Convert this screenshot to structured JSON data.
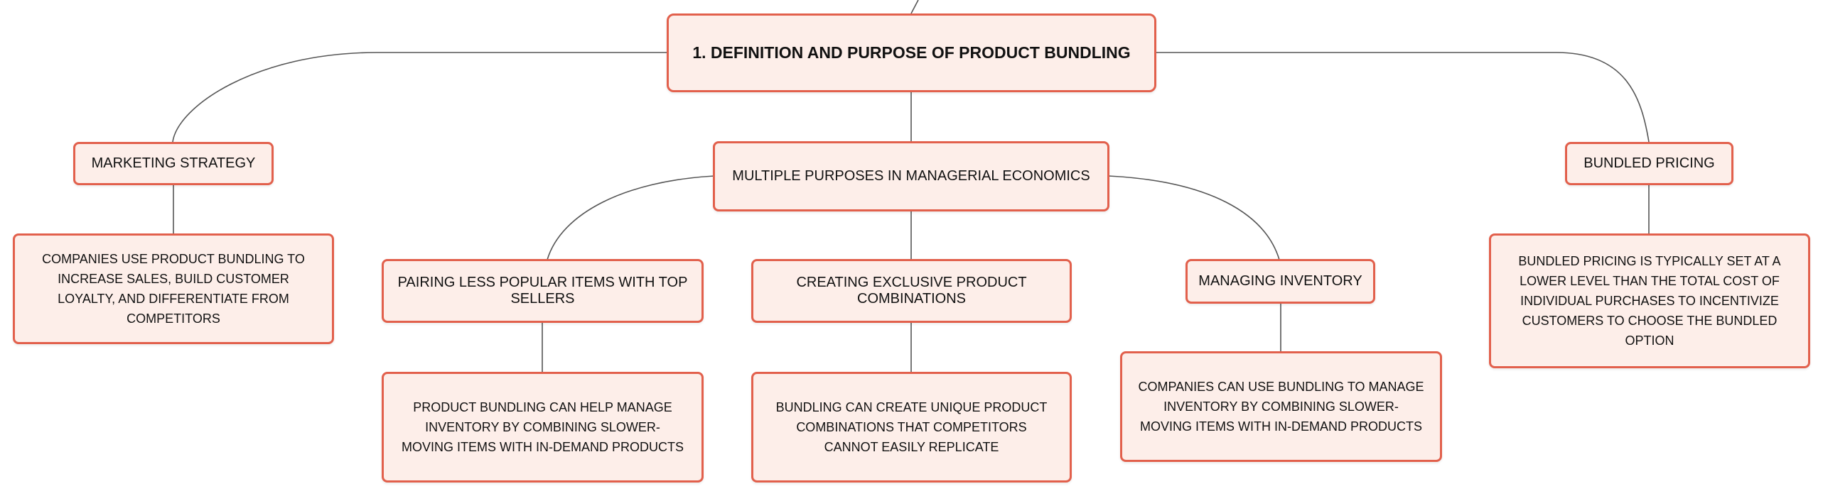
{
  "root": {
    "label": "1. DEFINITION AND PURPOSE OF PRODUCT BUNDLING"
  },
  "marketing": {
    "label": "MARKETING STRATEGY",
    "detail": "COMPANIES USE PRODUCT BUNDLING TO INCREASE SALES, BUILD CUSTOMER LOYALTY, AND DIFFERENTIATE FROM COMPETITORS"
  },
  "purposes": {
    "label": "MULTIPLE PURPOSES IN MANAGERIAL ECONOMICS",
    "pairing": {
      "label": "PAIRING LESS POPULAR ITEMS WITH TOP SELLERS",
      "detail": "PRODUCT BUNDLING CAN HELP MANAGE INVENTORY BY COMBINING SLOWER-MOVING ITEMS WITH IN-DEMAND PRODUCTS"
    },
    "exclusive": {
      "label": "CREATING EXCLUSIVE PRODUCT COMBINATIONS",
      "detail": "BUNDLING CAN CREATE UNIQUE PRODUCT COMBINATIONS THAT COMPETITORS CANNOT EASILY REPLICATE"
    },
    "inventory": {
      "label": "MANAGING INVENTORY",
      "detail": "COMPANIES CAN USE BUNDLING TO MANAGE INVENTORY BY COMBINING SLOWER-MOVING ITEMS WITH IN-DEMAND PRODUCTS"
    }
  },
  "pricing": {
    "label": "BUNDLED PRICING",
    "detail": "BUNDLED PRICING IS TYPICALLY SET AT A LOWER LEVEL THAN THE TOTAL COST OF INDIVIDUAL PURCHASES TO INCENTIVIZE CUSTOMERS TO CHOOSE THE BUNDLED OPTION"
  },
  "colors": {
    "node_fill": "#fdeee9",
    "node_border": "#e2604c",
    "connector": "#555555",
    "text": "#111111"
  }
}
